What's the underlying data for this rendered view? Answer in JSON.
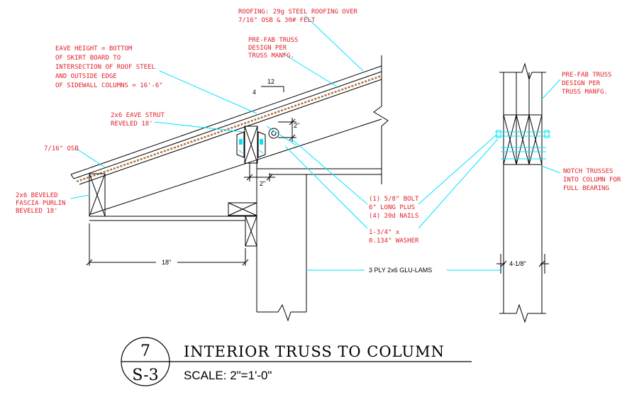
{
  "notes": {
    "roofing_l1": "ROOFING: 29g STEEL ROOFING OVER",
    "roofing_l2": "7/16\" OSB & 30# FELT",
    "prefab_left_l1": "PRE-FAB TRUSS",
    "prefab_left_l2": "DESIGN PER",
    "prefab_left_l3": "TRUSS MANFG.",
    "eave_l1": "EAVE HEIGHT = BOTTOM",
    "eave_l2": "OF SKIRT BOARD TO",
    "eave_l3": "INTERSECTION OF ROOF STEEL",
    "eave_l4": "AND OUTSIDE EDGE",
    "eave_l5": "OF SIDEWALL COLUMNS = 16'-6\"",
    "strut_l1": "2x6 EAVE STRUT",
    "strut_l2": "REVELED 18'",
    "osb": "7/16\" OSB",
    "fascia_l1": "2x6 BEVELED",
    "fascia_l2": "FASCIA PURLIN",
    "fascia_l3": "BEVELED 18'",
    "bolt_l1": "(1) 5/8\" BOLT",
    "bolt_l2": "6\" LONG PLUS",
    "bolt_l3": "(4) 20d NAILS",
    "washer_l1": "1-3/4\" x",
    "washer_l2": "0.134\" WASHER",
    "prefab_right_l1": "PRE-FAB TRUSS",
    "prefab_right_l2": "DESIGN PER",
    "prefab_right_l3": "TRUSS MANFG.",
    "notch_l1": "NOTCH TRUSSES",
    "notch_l2": "INTO COLUMN FOR",
    "notch_l3": "FULL BEARING"
  },
  "dims": {
    "slope_rise": "4",
    "slope_run": "12",
    "d_2in_a": "2\"",
    "d_2in_b": "2\"",
    "d_18in": "18\"",
    "d_col_width": "4-1/8\"",
    "glulam": "3 PLY 2x6 GLU-LAMS"
  },
  "title_block": {
    "detail_number": "7",
    "sheet": "S-3",
    "title": "INTERIOR TRUSS TO COLUMN",
    "scale": "SCALE: 2\"=1'-0\""
  },
  "colors": {
    "annotation": "#e0202a",
    "leader": "#00e5ff",
    "linework": "#000000"
  }
}
